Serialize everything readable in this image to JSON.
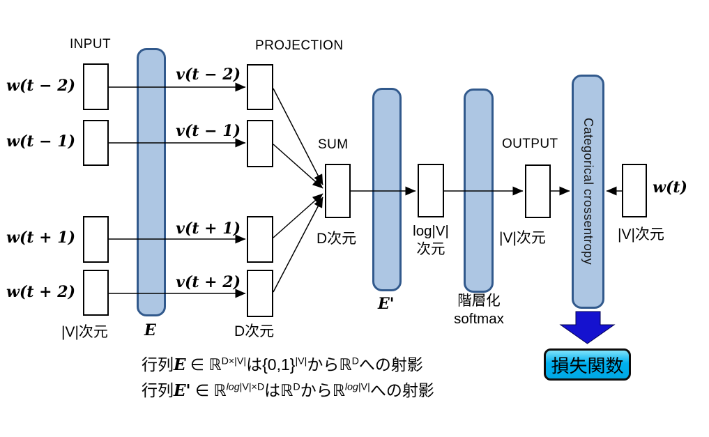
{
  "layers": {
    "input": "INPUT",
    "projection": "PROJECTION",
    "sum": "SUM",
    "output": "OUTPUT"
  },
  "context_words": [
    {
      "word": "w(t − 2)",
      "vector": "v(t − 2)"
    },
    {
      "word": "w(t − 1)",
      "vector": "v(t − 1)"
    },
    {
      "word": "w(t + 1)",
      "vector": "v(t + 1)"
    },
    {
      "word": "w(t + 2)",
      "vector": "v(t + 2)"
    }
  ],
  "target_word": "w(t)",
  "matrices": {
    "embedding": "E",
    "output_embedding": "E'"
  },
  "dims": {
    "input": "|V|次元",
    "projection": "D次元",
    "sum": "D次元",
    "hidden_line1": "log|V|",
    "hidden_line2": "次元",
    "output": "|V|次元",
    "target": "|V|次元"
  },
  "softmax": {
    "line1": "階層化",
    "line2": "softmax"
  },
  "crossentropy_bar": "Categorical crossentropy",
  "loss_box": "損失関数",
  "formula_line1": [
    {
      "t": "行列"
    },
    {
      "t": "E",
      "i": 1,
      "b": 1,
      "srf": 1
    },
    {
      "t": " ∈ ℝ"
    },
    {
      "t": "D×|V|",
      "sup": 1
    },
    {
      "t": "は{0,1}"
    },
    {
      "t": "|V|",
      "sup": 1
    },
    {
      "t": "からℝ"
    },
    {
      "t": "D",
      "sup": 1
    },
    {
      "t": "への射影"
    }
  ],
  "formula_line2": [
    {
      "t": "行列"
    },
    {
      "t": "E'",
      "i": 1,
      "b": 1,
      "srf": 1
    },
    {
      "t": " ∈ ℝ"
    },
    {
      "t": "log",
      "sup": 1,
      "i": 1
    },
    {
      "t": "|V|×D",
      "sup": 1
    },
    {
      "t": "はℝ"
    },
    {
      "t": "D",
      "sup": 1
    },
    {
      "t": "からℝ"
    },
    {
      "t": "log",
      "sup": 1,
      "i": 1
    },
    {
      "t": "|V|",
      "sup": 1
    },
    {
      "t": "への射影"
    }
  ],
  "colors": {
    "bar_fill": "#adc6e3",
    "bar_stroke": "#31598c",
    "arrow_blue": "#1512cf",
    "loss_fill": "#00b0f0",
    "box_stroke": "#000000"
  }
}
